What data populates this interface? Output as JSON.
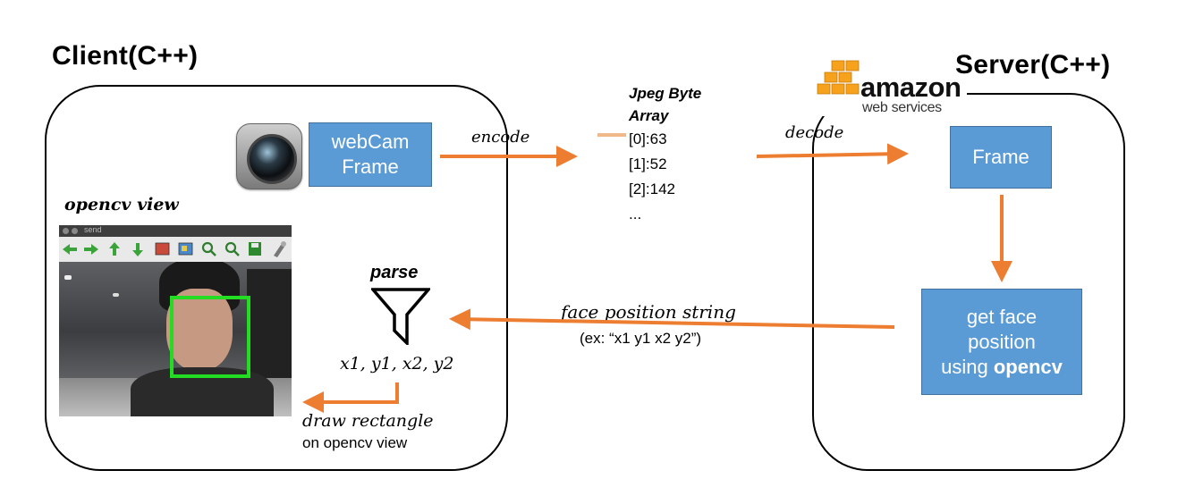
{
  "client": {
    "title": "Client(C++)",
    "webcam_box": "webCam\nFrame",
    "opencv_view_label": "opencv view",
    "window_title": "send",
    "parse_label": "parse",
    "coords_label": "x1, y1, x2, y2",
    "draw_label": "draw rectangle",
    "draw_sub": "on opencv view"
  },
  "transfer": {
    "encode": "encode",
    "decode": "decode",
    "jpeg_title": "Jpeg Byte\nArray",
    "bytes": [
      "[0]:63",
      "[1]:52",
      "[2]:142",
      "..."
    ]
  },
  "server": {
    "title": "Server(C++)",
    "logo_text": "amazon",
    "logo_sub": "web services",
    "frame_box": "Frame",
    "face_box_text": "get face\nposition\nusing ",
    "face_box_bold": "opencv"
  },
  "response": {
    "label": "face position string",
    "example": "(ex: “x1 y1 x2 y2”)"
  },
  "colors": {
    "arrow": "#ed7d31",
    "box_fill": "#5b9bd5",
    "box_border": "#41719c",
    "face_rect": "#22dd22"
  }
}
